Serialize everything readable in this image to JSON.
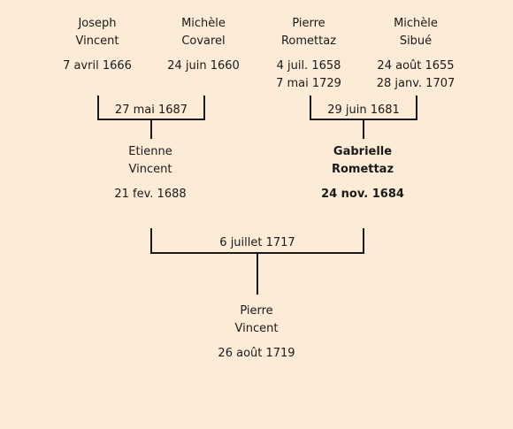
{
  "persons": {
    "joseph_vincent": {
      "first": "Joseph",
      "last": "Vincent",
      "dates": [
        "7 avril 1666"
      ]
    },
    "michele_covarel": {
      "first": "Michèle",
      "last": "Covarel",
      "dates": [
        "24 juin 1660"
      ]
    },
    "pierre_romettaz": {
      "first": "Pierre",
      "last": "Romettaz",
      "dates": [
        "4 juil. 1658",
        "7 mai 1729"
      ]
    },
    "michele_sibue": {
      "first": "Michèle",
      "last": "Sibué",
      "dates": [
        "24 août 1655",
        "28 janv. 1707"
      ]
    },
    "etienne_vincent": {
      "first": "Etienne",
      "last": "Vincent",
      "dates": [
        "21 fev. 1688"
      ]
    },
    "gabrielle_romettaz": {
      "first": "Gabrielle",
      "last": "Romettaz",
      "dates": [
        "24 nov. 1684"
      ]
    },
    "pierre_vincent": {
      "first": "Pierre",
      "last": "Vincent",
      "dates": [
        "26 août 1719"
      ]
    }
  },
  "marriages": {
    "vincent_covarel": "27 mai 1687",
    "romettaz_sibue": "29 juin 1681",
    "vincent_romettaz": "6 juillet 1717"
  }
}
